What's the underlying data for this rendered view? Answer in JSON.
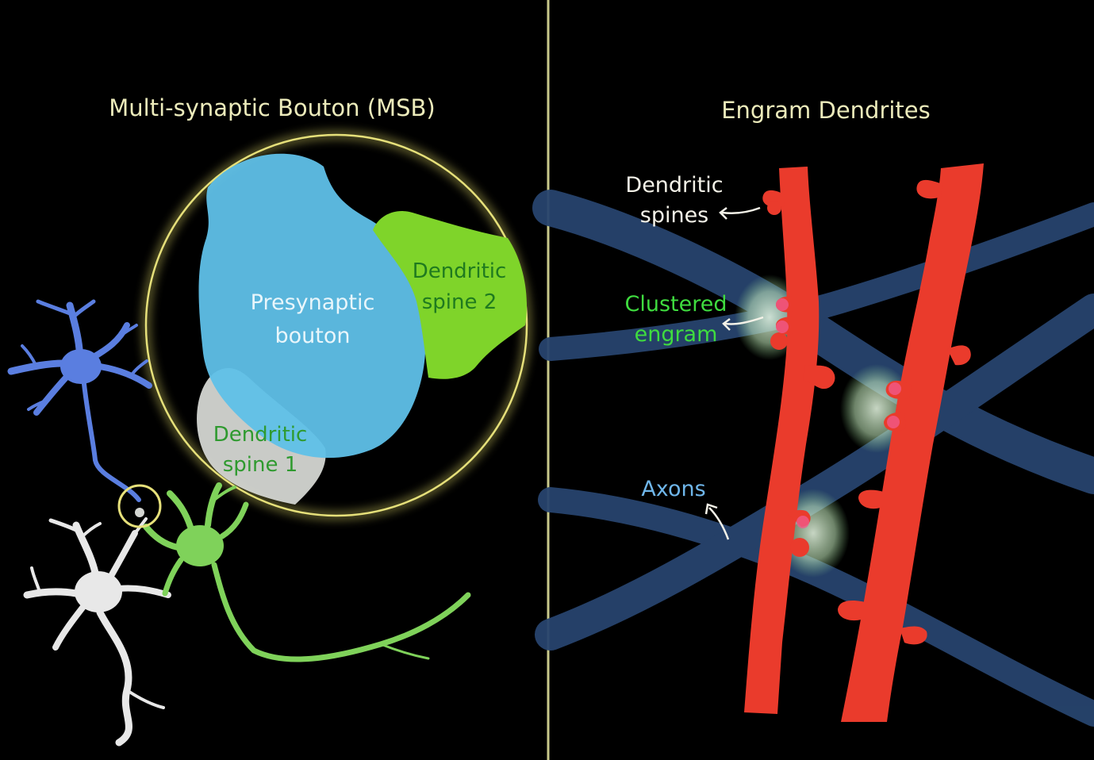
{
  "left_panel": {
    "title": "Multi-synaptic Bouton (MSB)",
    "presynaptic_label": [
      "Presynaptic",
      "bouton"
    ],
    "spine2_label": [
      "Dendritic",
      "spine 2"
    ],
    "spine1_label": [
      "Dendritic",
      "spine 1"
    ]
  },
  "right_panel": {
    "title": "Engram Dendrites",
    "spines_label": [
      "Dendritic",
      "spines"
    ],
    "engram_label": [
      "Clustered",
      "engram"
    ],
    "axons_label": "Axons"
  },
  "colors": {
    "background": "#000000",
    "divider": "#c9c98a",
    "title_text": "#ecebbb",
    "bouton": "#5fc0e8",
    "spine_green": "#7fd42a",
    "spine_grey": "#d4d6d2",
    "ring_yellow": "#e6e07a",
    "neuron_blue": "#5a7ee0",
    "neuron_white": "#e8e8e8",
    "neuron_green": "#7fd25a",
    "dendrite_red": "#ea3b2c",
    "axon_blue": "#27446e",
    "engram_glow": "#d4f5cc",
    "label_green": "#3fdc3f",
    "label_axon": "#6fb6ea"
  }
}
